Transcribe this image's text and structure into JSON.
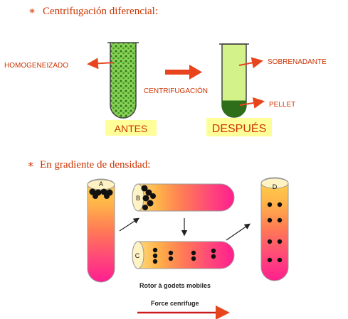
{
  "section1": {
    "bullet": "∗",
    "title": "Centrifugación diferencial:",
    "label_left": "HOMOGENEIZADO",
    "label_process": "CENTRIFUGACIÓN",
    "label_supernatant": "SOBRENADANTE",
    "label_pellet": "PELLET",
    "before_label": "ANTES",
    "after_label": "DESPUÉS"
  },
  "section2": {
    "bullet": "∗",
    "title": "En gradiente de densidad:",
    "tube_labels": [
      "A",
      "B",
      "C",
      "D"
    ],
    "rotor_caption": "Rotor à godets mobiles",
    "force_caption": "Force cenrifuge"
  },
  "colors": {
    "text_red": "#cc3300",
    "arrow_red": "#e8451e",
    "green_dark": "#2e7d1a",
    "green_light": "#c9f07a",
    "label_box": "#ffff99",
    "gradient_top": "#ffd24a",
    "gradient_bottom": "#ff1f8f"
  }
}
